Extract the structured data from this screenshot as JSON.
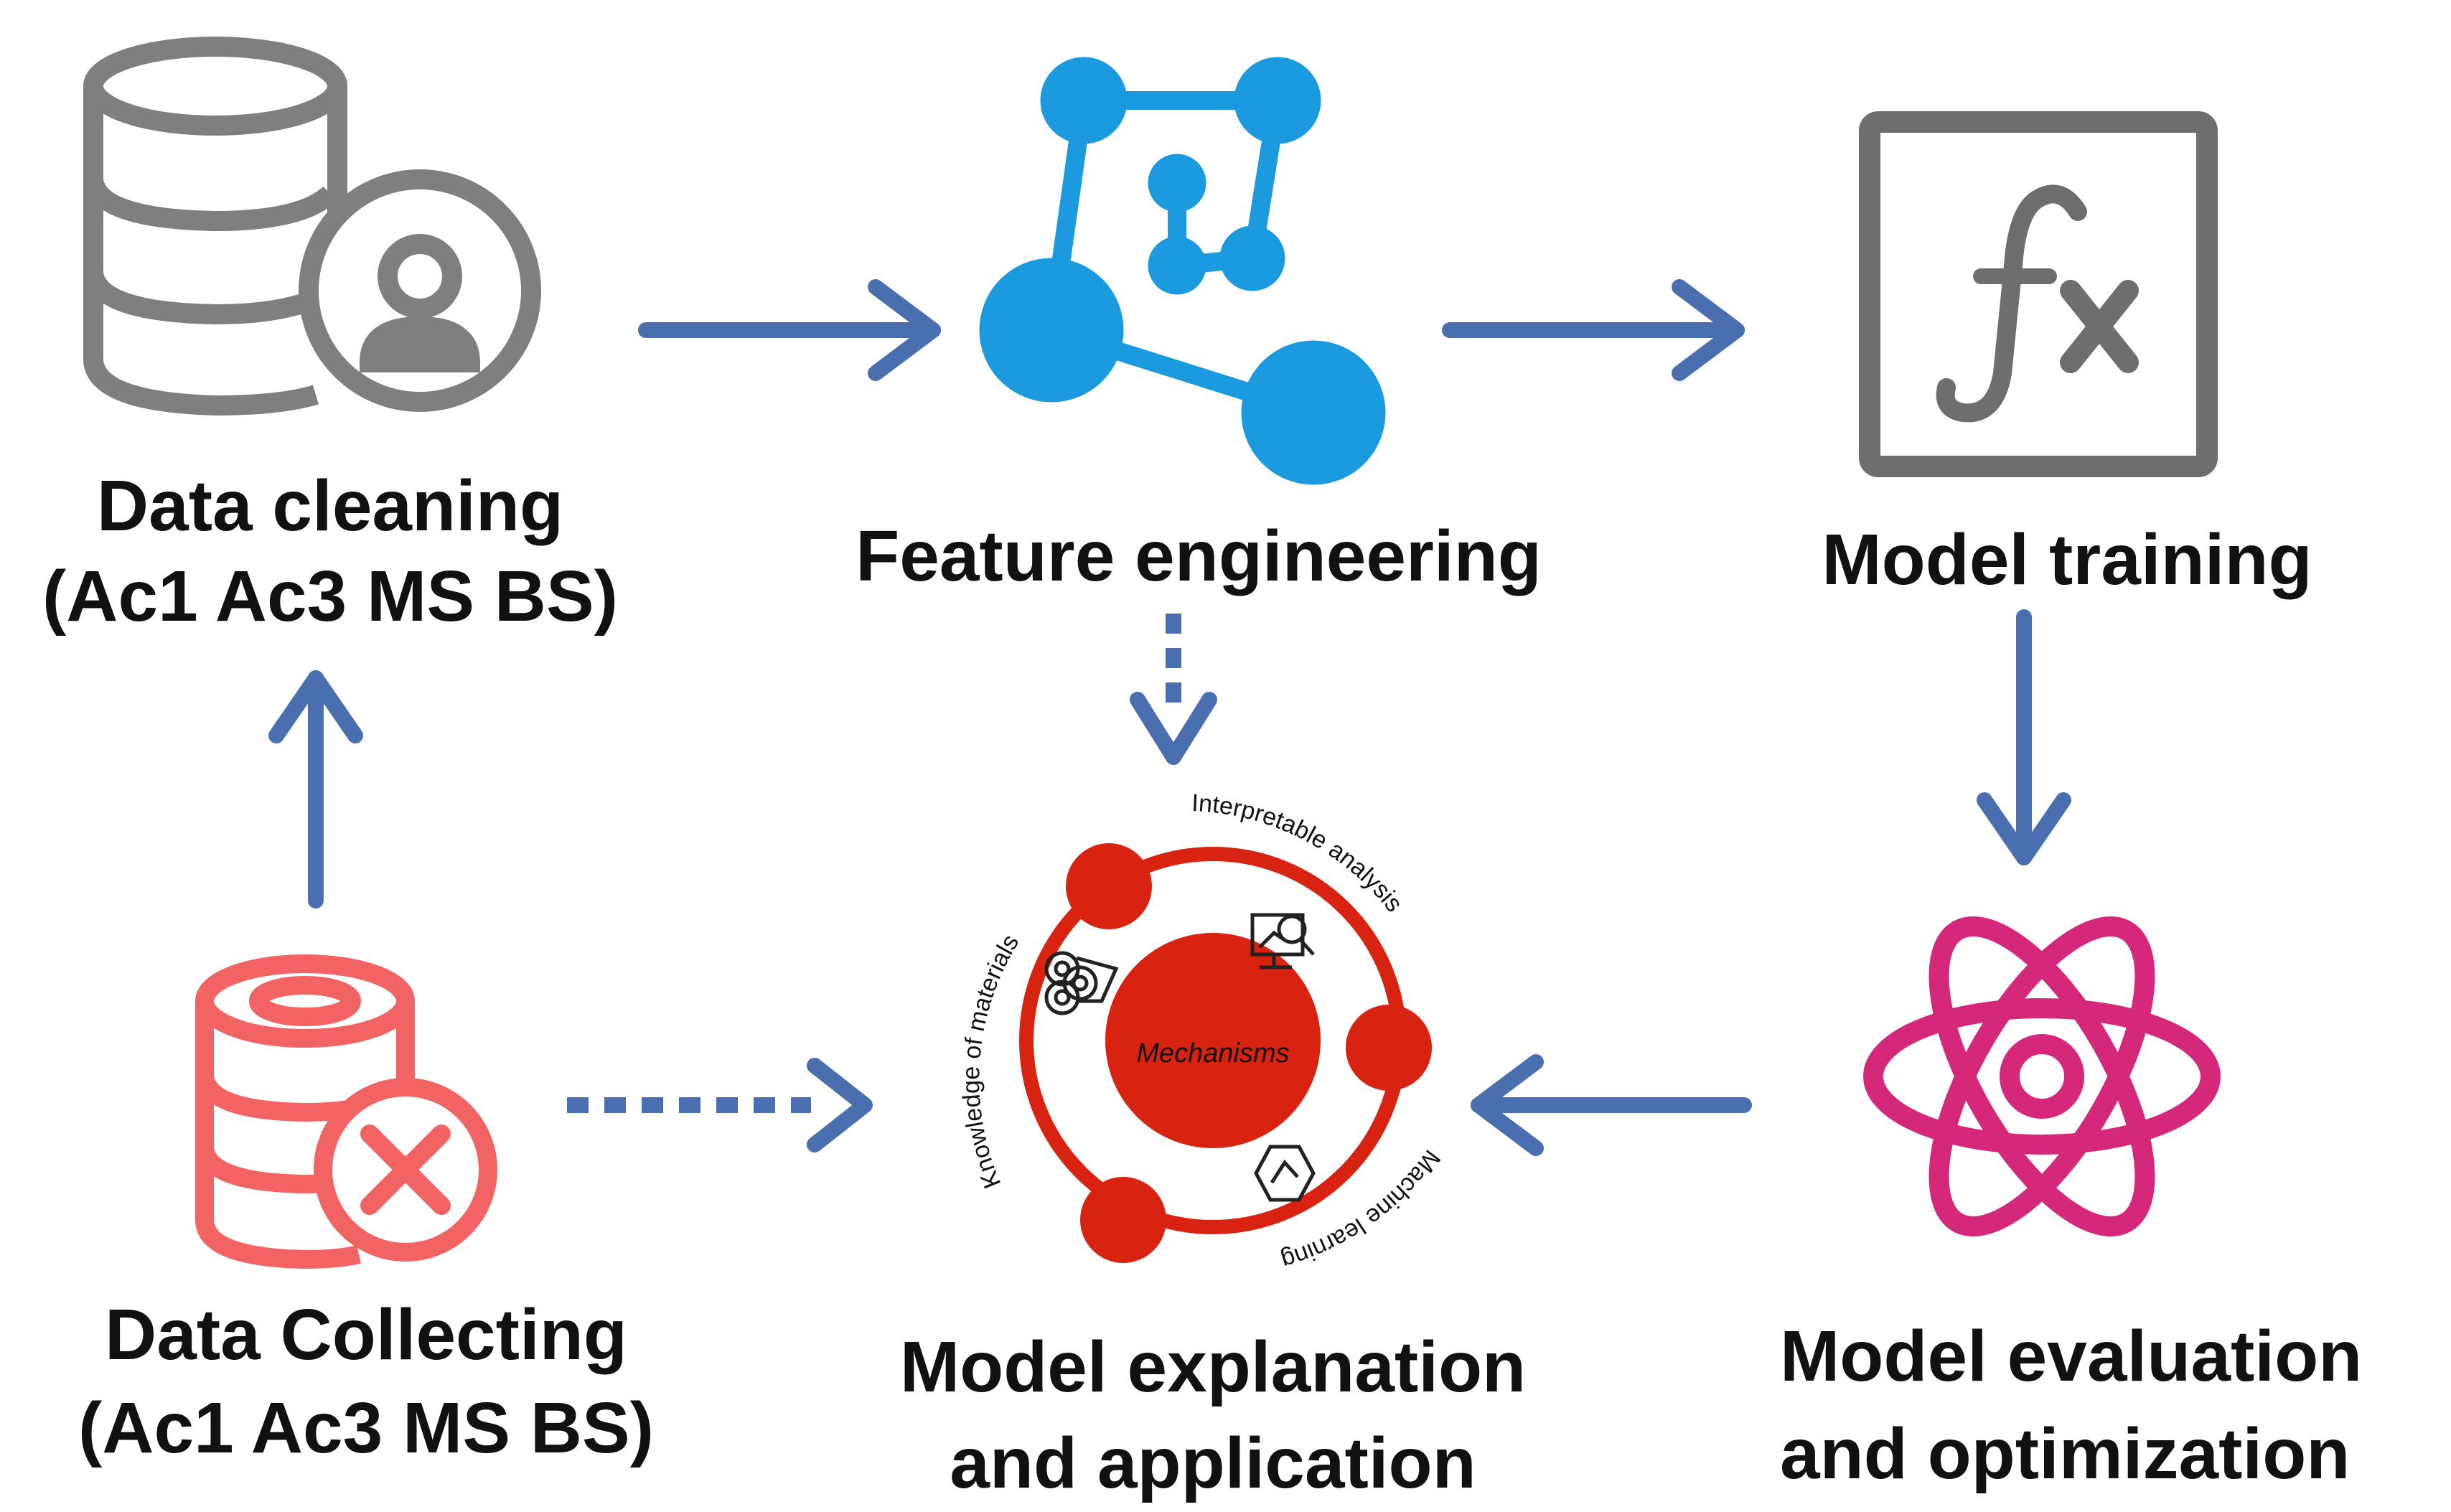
{
  "nodes": {
    "data_cleaning": {
      "line1": "Data cleaning",
      "line2": "(Ac1 Ac3 MS BS)",
      "color": "#7f7f7f"
    },
    "feature_engineering": {
      "label": "Feature engineering",
      "color": "#1b9ae0"
    },
    "model_training": {
      "label": "Model training",
      "color": "#6e6e6e",
      "icon_text": "fx"
    },
    "data_collecting": {
      "line1": "Data Collecting",
      "line2": "(Ac1 Ac3 MS BS)",
      "color": "#f26363"
    },
    "model_explanation": {
      "line1": "Model explanation",
      "line2": "and application",
      "color": "#d7230f",
      "center_text": "Mechanisms",
      "ring_labels": {
        "top": "Interpretable analysis",
        "left": "Knowledge of materials",
        "bottom": "Machine learning"
      }
    },
    "model_evaluation": {
      "line1": "Model evaluation",
      "line2": "and optimization",
      "color": "#d6287a"
    }
  },
  "arrows": {
    "color": "#4a6fb0"
  }
}
